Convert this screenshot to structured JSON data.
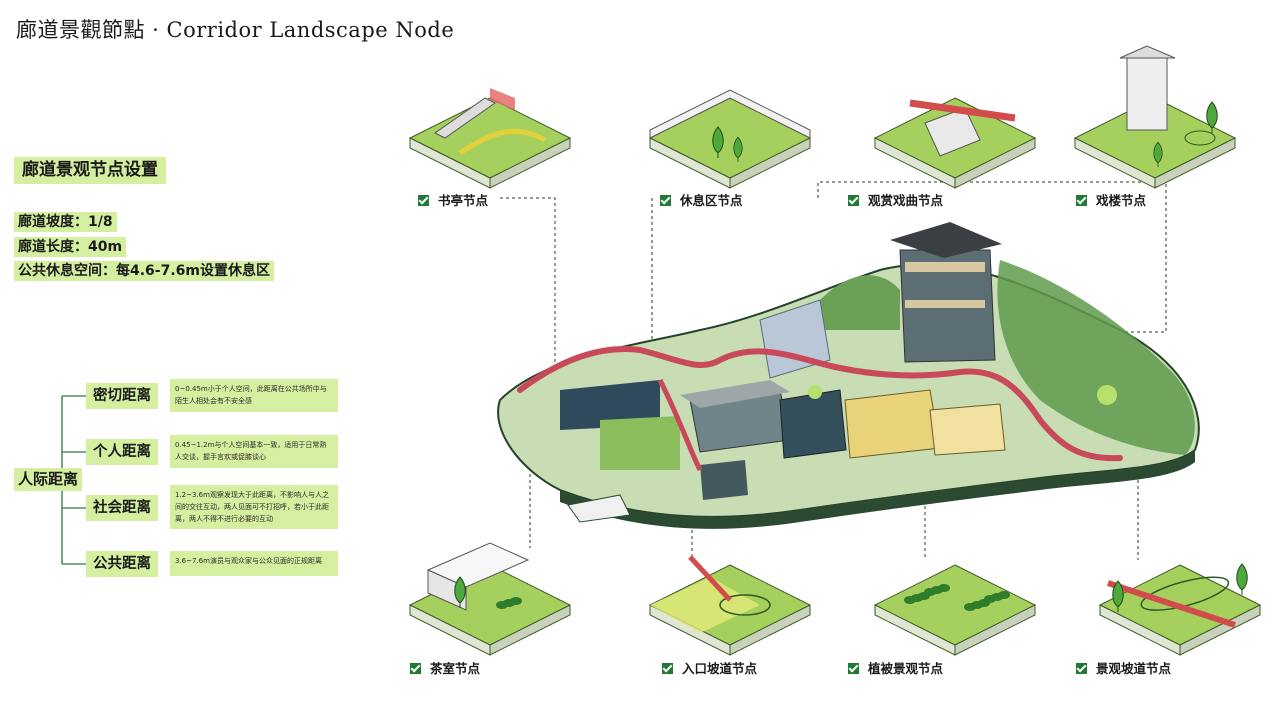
{
  "title": "廊道景觀節點 · Corridor Landscape Node",
  "section_heading": "廊道景观节点设置",
  "params": [
    "廊道坡度：1/8",
    "廊道长度：40m",
    "公共休息空间：每4.6-7.6m设置休息区"
  ],
  "distance": {
    "root": "人际距离",
    "categories": [
      {
        "label": "密切距离",
        "desc": "0~0.45m小于个人空间，此距离在公共场所中与陌生人相处会有不安全感"
      },
      {
        "label": "个人距离",
        "desc": "0.45~1.2m与个人空间基本一致，适用于日常熟人交谈，握手言欢或促膝谈心"
      },
      {
        "label": "社会距离",
        "desc": "1.2~3.6m观察发现大于此距离，不影响人与人之间的交往互动，两人见面可不打招呼，若小于此距离，两人不得不进行必要的互动"
      },
      {
        "label": "公共距离",
        "desc": "3.6~7.6m演员与观众家与公众见面的正规距离"
      }
    ]
  },
  "nodes_top": [
    "书亭节点",
    "休息区节点",
    "观赏戏曲节点",
    "戏楼节点"
  ],
  "nodes_bottom": [
    "茶室节点",
    "入口坡道节点",
    "植被景观节点",
    "景观坡道节点"
  ],
  "colors": {
    "highlight": "#d4efa0",
    "grass": "#a6d05d",
    "check": "#1e7a34",
    "corridor": "#c84a5a"
  }
}
